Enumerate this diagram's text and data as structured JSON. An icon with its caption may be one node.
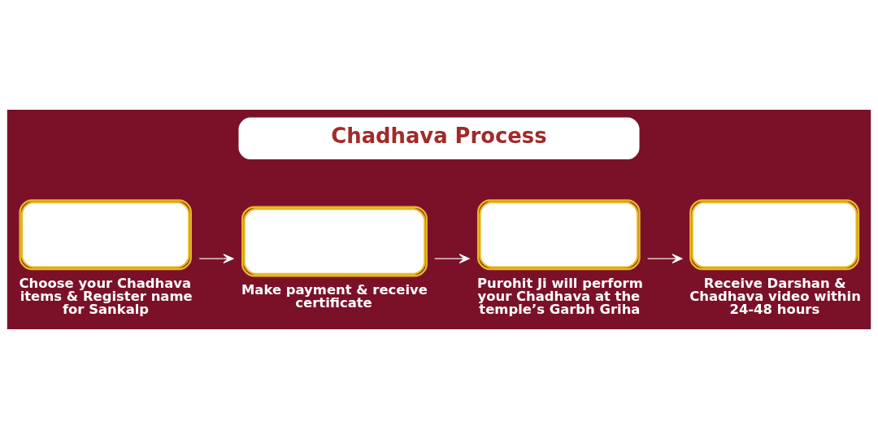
{
  "diagram": {
    "title": "Chadhava Process",
    "nodes": [
      {
        "text": [
          "Choose your Chadhava items & Register name for Sankalp"
        ]
      },
      {
        "text": [
          "Make payment & receive certificate"
        ]
      },
      {
        "text": [
          "Purohit Ji will perform your Chadhava at the temple’s Garbh Griha"
        ]
      },
      {
        "text": [
          "Receive Darshan & Chadhava video within 24-48 hours"
        ]
      }
    ],
    "edges": [
      {
        "from": 0,
        "to": 1,
        "arrow": "to"
      },
      {
        "from": 1,
        "to": 2,
        "arrow": "to"
      },
      {
        "from": 2,
        "to": 3,
        "arrow": "to"
      }
    ]
  }
}
